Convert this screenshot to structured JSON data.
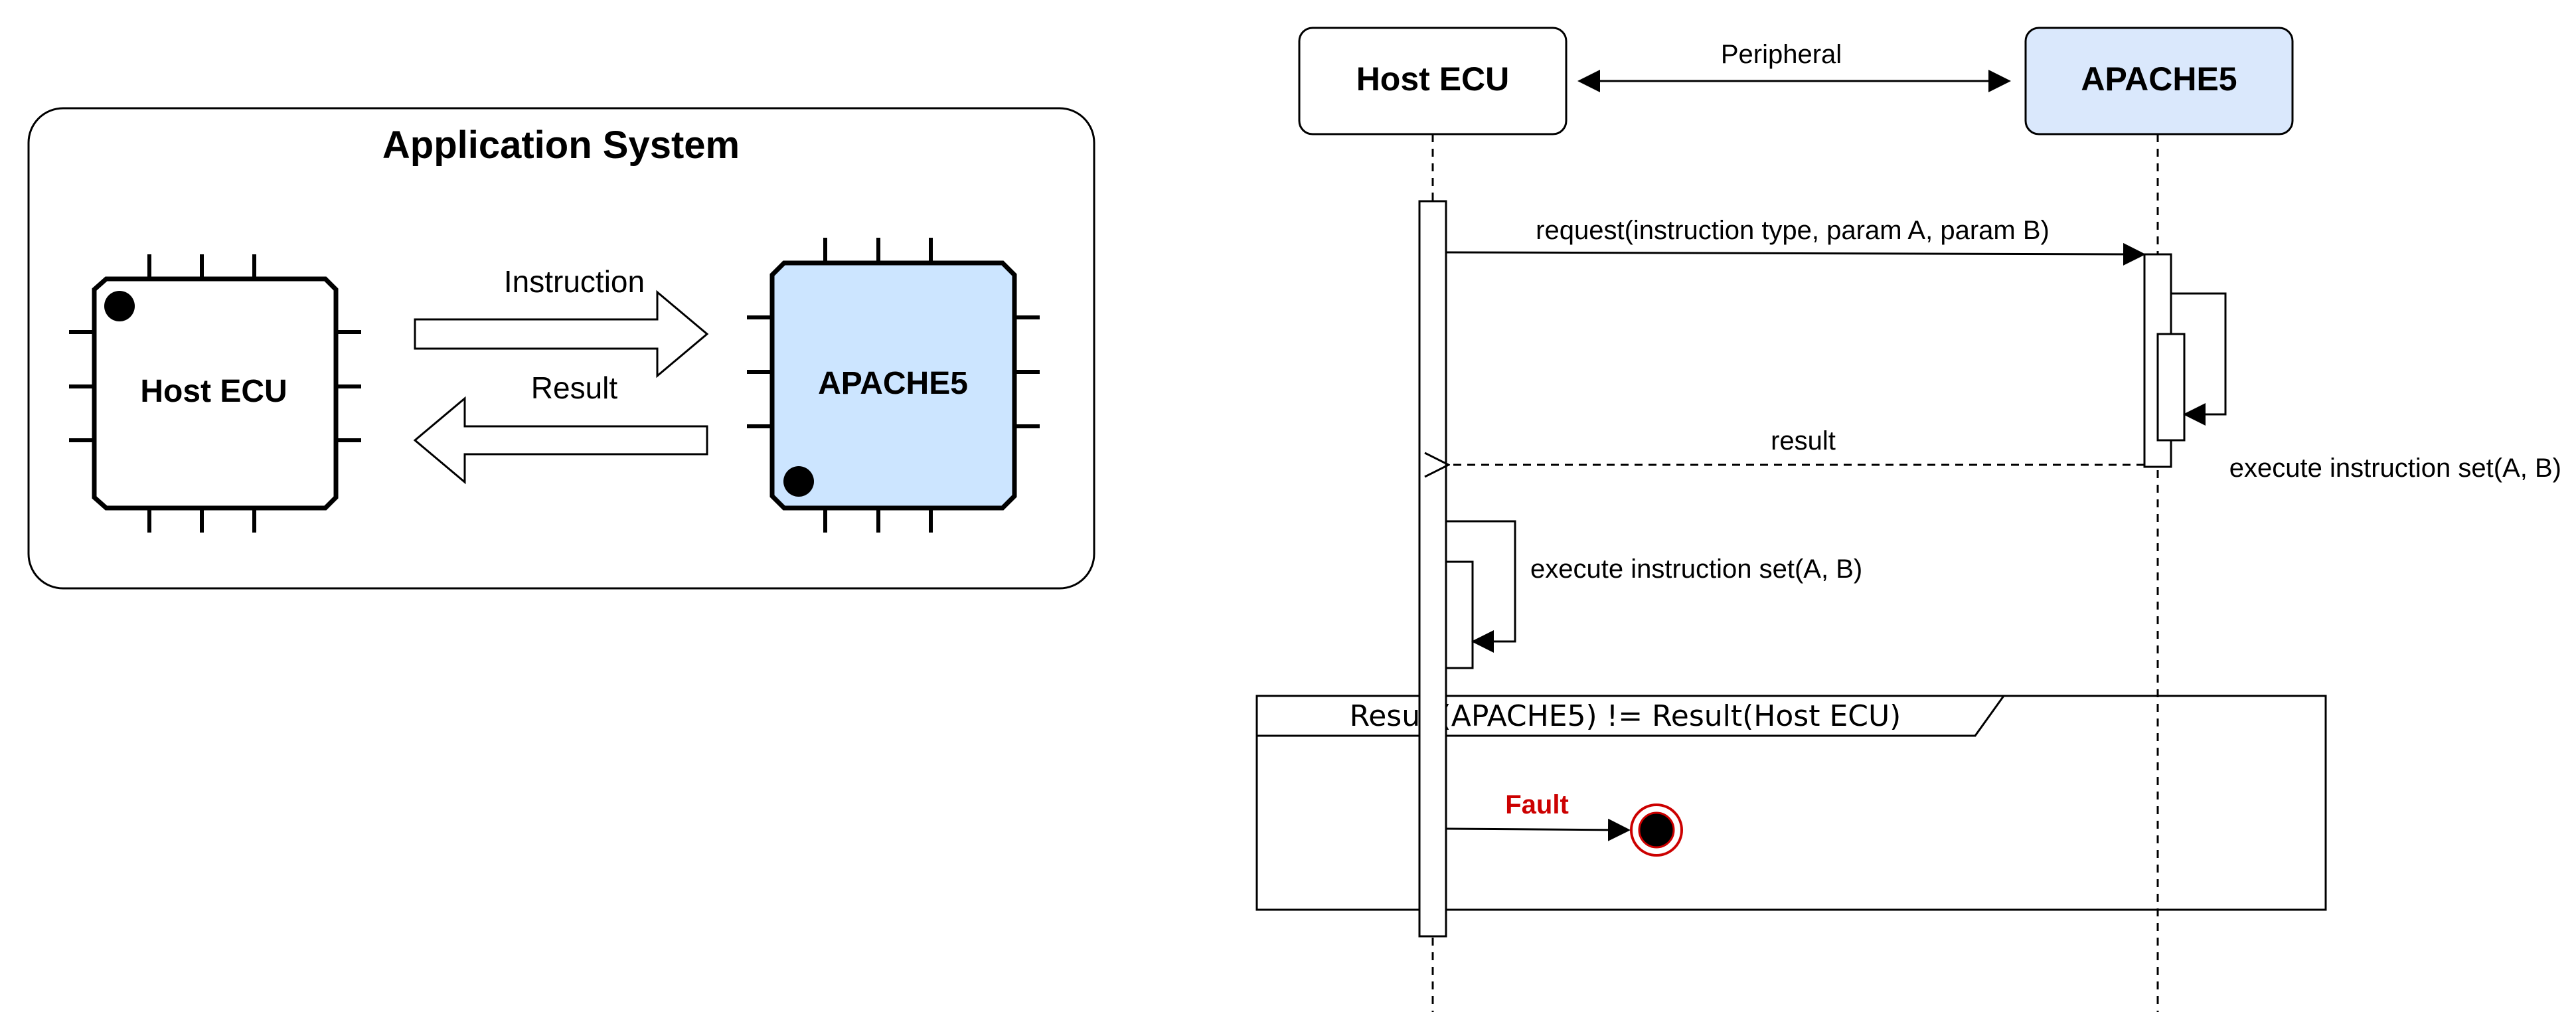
{
  "application_system": {
    "title": "Application System",
    "host_chip_label": "Host ECU",
    "apache_chip_label": "APACHE5",
    "instruction_label": "Instruction",
    "result_label": "Result"
  },
  "sequence": {
    "participants": {
      "host": "Host ECU",
      "apache": "APACHE5"
    },
    "peripheral_label": "Peripheral",
    "messages": {
      "request": "request(instruction type, param A, param B)",
      "apache_self": "execute instruction set(A, B)",
      "result": "result",
      "host_self": "execute instruction set(A, B)"
    },
    "fragment": {
      "condition": "Result(APACHE5) != Result(Host ECU)",
      "fault_label": "Fault"
    }
  },
  "colors": {
    "apache_fill": "#dae8fc",
    "fault_red": "#cc0000",
    "stroke": "#000000",
    "chip_fill_apache": "#cce5ff"
  },
  "icons": {
    "chip": "microchip-icon",
    "end_state": "final-state-icon"
  }
}
